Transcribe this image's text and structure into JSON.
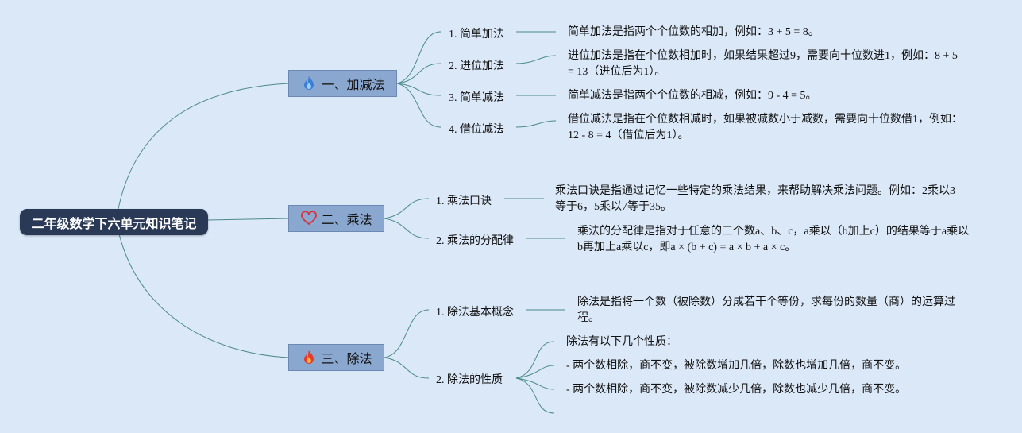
{
  "root": {
    "title": "二年级数学下六单元知识笔记"
  },
  "branches": [
    {
      "label": "一、加减法",
      "icon": "flame-blue-icon",
      "topics": [
        {
          "label": "1. 简单加法",
          "note": "简单加法是指两个个位数的相加，例如：3 + 5 = 8。"
        },
        {
          "label": "2. 进位加法",
          "note": "进位加法是指在个位数相加时，如果结果超过9，需要向十位数进1，例如：8 + 5 = 13（进位后为1）。"
        },
        {
          "label": "3. 简单减法",
          "note": "简单减法是指两个个位数的相减，例如：9 - 4 = 5。"
        },
        {
          "label": "4. 借位减法",
          "note": "借位减法是指在个位数相减时，如果被减数小于减数，需要向十位数借1，例如：12 - 8 = 4（借位后为1）。"
        }
      ]
    },
    {
      "label": "二、乘法",
      "icon": "heart-outline-icon",
      "topics": [
        {
          "label": "1. 乘法口诀",
          "note": "乘法口诀是指通过记忆一些特定的乘法结果，来帮助解决乘法问题。例如：2乘以3等于6，5乘以7等于35。"
        },
        {
          "label": "2. 乘法的分配律",
          "note": "乘法的分配律是指对于任意的三个数a、b、c，a乘以（b加上c）的结果等于a乘以b再加上a乘以c，即a × (b + c) = a × b + a × c。"
        }
      ]
    },
    {
      "label": "三、除法",
      "icon": "flame-red-icon",
      "topics": [
        {
          "label": "1. 除法基本概念",
          "note": "除法是指将一个数（被除数）分成若干个等份，求每份的数量（商）的运算过程。"
        },
        {
          "label": "2. 除法的性质",
          "points": [
            "除法有以下几个性质：",
            "- 两个数相除，商不变，被除数增加几倍，除数也增加几倍，商不变。",
            "- 两个数相除，商不变，被除数减少几倍，除数也减少几倍，商不变。"
          ]
        }
      ]
    }
  ],
  "colors": {
    "background": "#dbe8f8",
    "root": "#2a3a56",
    "branch": "#8aa7cf",
    "connector": "#4a8a8a"
  }
}
